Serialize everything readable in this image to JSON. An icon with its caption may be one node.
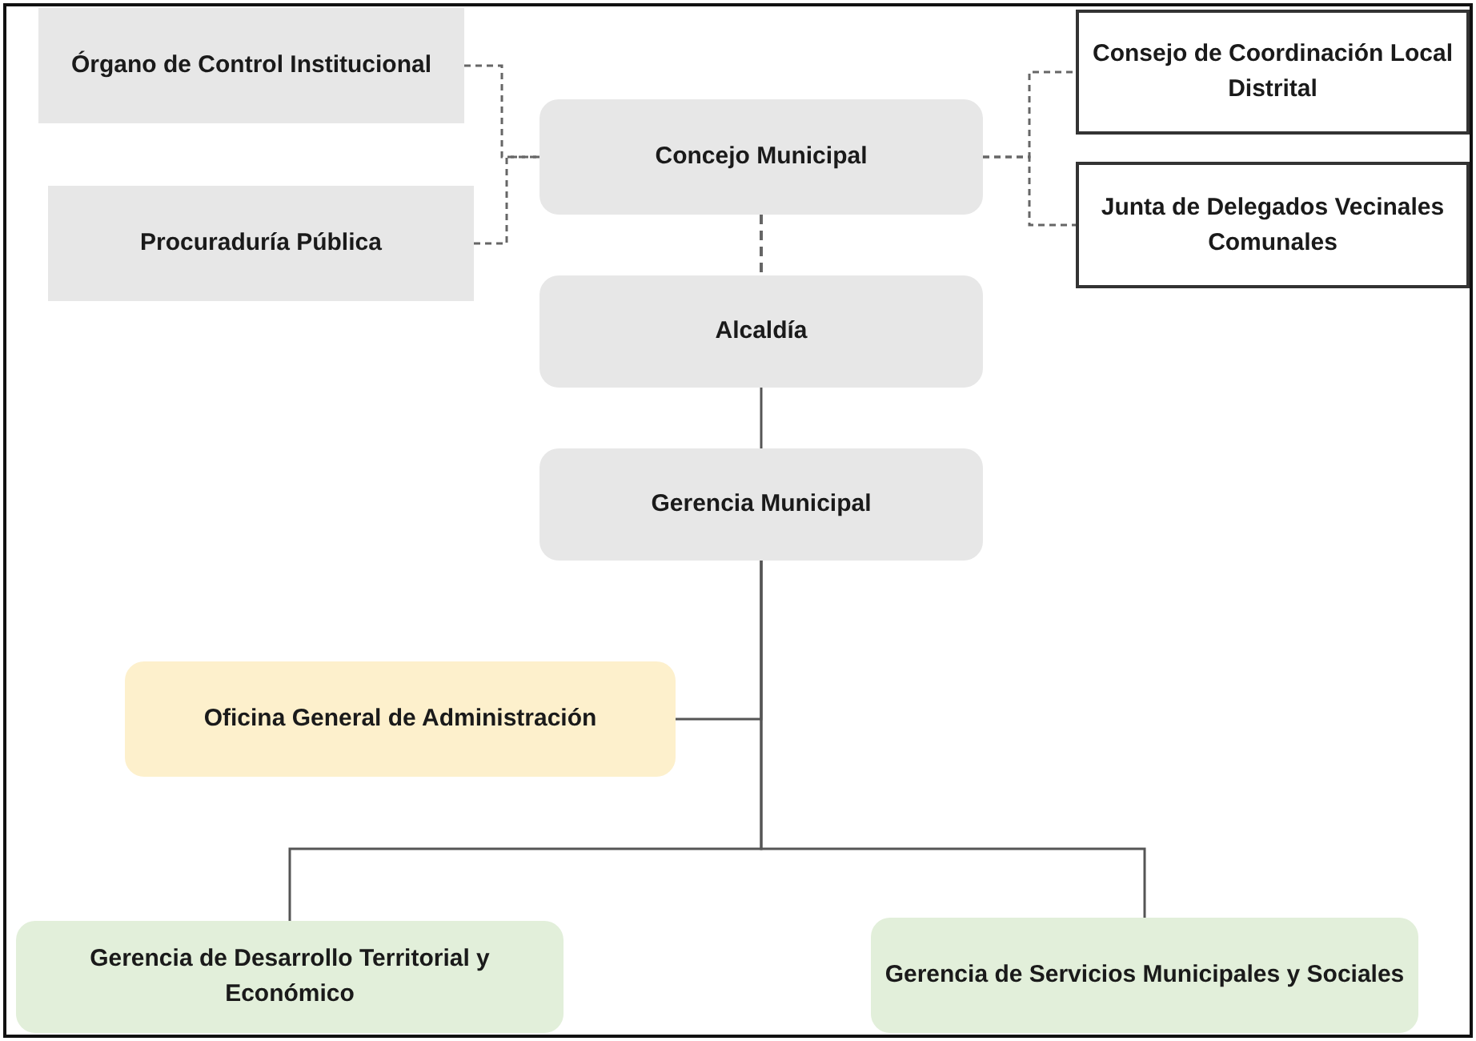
{
  "diagram": {
    "nodes": [
      {
        "text": [
          "Órgano de Control Institucional"
        ]
      },
      {
        "text": [
          "Procuraduría Pública"
        ]
      },
      {
        "text": [
          "Concejo Municipal"
        ]
      },
      {
        "text": [
          "Consejo de Coordinación Local Distrital"
        ]
      },
      {
        "text": [
          "Junta de Delegados Vecinales Comunales"
        ]
      },
      {
        "text": [
          "Alcaldía"
        ]
      },
      {
        "text": [
          "Gerencia Municipal"
        ]
      },
      {
        "text": [
          "Oficina General de Administración"
        ]
      },
      {
        "text": [
          "Gerencia de Desarrollo Territorial y Económico"
        ]
      },
      {
        "text": [
          "Gerencia de Servicios Municipales y Sociales"
        ]
      }
    ],
    "edges": [
      {
        "from": 0,
        "to": 2,
        "arrow": "none",
        "style": "dashed"
      },
      {
        "from": 1,
        "to": 2,
        "arrow": "none",
        "style": "dashed"
      },
      {
        "from": 2,
        "to": 3,
        "arrow": "none",
        "style": "dashed"
      },
      {
        "from": 2,
        "to": 4,
        "arrow": "none",
        "style": "dashed"
      },
      {
        "from": 2,
        "to": 5,
        "arrow": "none",
        "style": "dashed"
      },
      {
        "from": 5,
        "to": 6,
        "arrow": "none"
      },
      {
        "from": 6,
        "to": 7,
        "arrow": "none"
      },
      {
        "from": 6,
        "to": 8,
        "arrow": "none"
      },
      {
        "from": 6,
        "to": 9,
        "arrow": "none"
      }
    ]
  }
}
